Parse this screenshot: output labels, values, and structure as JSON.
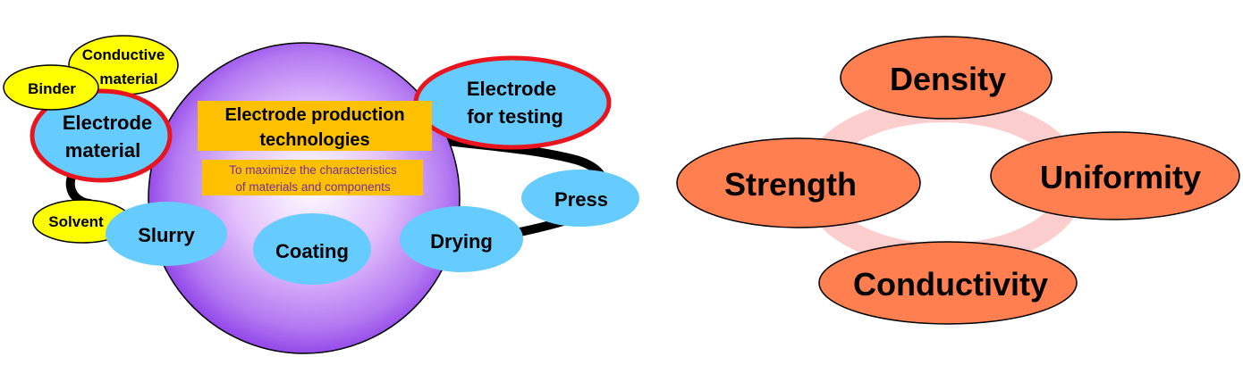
{
  "process": {
    "center": {
      "title_line1": "Electrode production",
      "title_line2": "technologies",
      "subtitle_line1": "To maximize the characteristics",
      "subtitle_line2": "of materials and components"
    },
    "inputs": {
      "conductive_line1": "Conductive",
      "conductive_line2": "material",
      "binder": "Binder",
      "solvent": "Solvent",
      "electrode_material_line1": "Electrode",
      "electrode_material_line2": "material"
    },
    "output": {
      "line1": "Electrode",
      "line2": "for testing"
    },
    "steps": {
      "slurry": "Slurry",
      "coating": "Coating",
      "drying": "Drying",
      "press": "Press"
    }
  },
  "properties": {
    "top": "Density",
    "left": "Strength",
    "right": "Uniformity",
    "bottom": "Conductivity"
  },
  "colors": {
    "sphere_highlight": "#ffffff",
    "sphere_mid": "#c88cf8",
    "sphere_edge": "#8a3ae6",
    "ellipse_blue": "#66ccff",
    "ellipse_yellow": "#ffff00",
    "ring_red": "#e8141e",
    "title_box": "#ffc000",
    "property_fill": "#ff7f50",
    "property_ring": "#fccdcd"
  }
}
